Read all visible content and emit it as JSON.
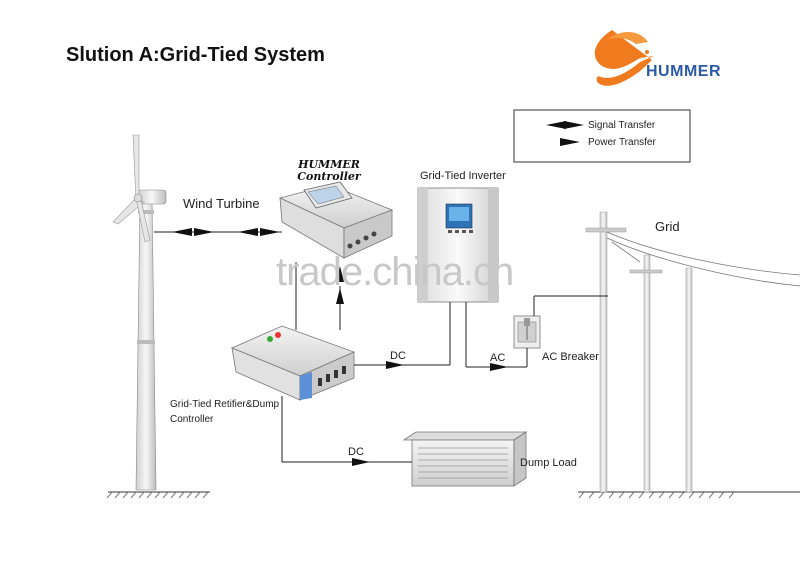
{
  "title": "Slution A:Grid-Tied System",
  "brand": {
    "name": "HUMMER",
    "color": "#2c5aa8",
    "logo_color": "#f07a1e"
  },
  "legend": {
    "signal": "Signal Transfer",
    "power": "Power Transfer"
  },
  "labels": {
    "wind_turbine": "Wind Turbine",
    "controller_line1": "HUMMER",
    "controller_line2": "Controller",
    "inverter": "Grid-Tied Inverter",
    "grid": "Grid",
    "dc1": "DC",
    "ac": "AC",
    "ac_breaker": "AC Breaker",
    "rectifier_line1": "Grid-Tied Retifier&Dump",
    "rectifier_line2": "Controller",
    "dc2": "DC",
    "dump_load": "Dump Load"
  },
  "watermark": "trade.china.cn",
  "colors": {
    "inverter_screen": "#3a8fd0",
    "device_accent": "#5b8fd8",
    "line": "#222222"
  }
}
